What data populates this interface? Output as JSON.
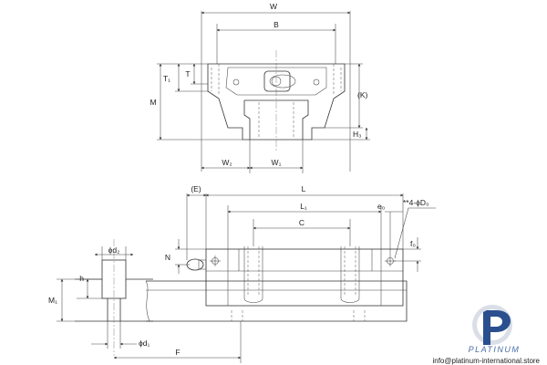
{
  "labels": {
    "W": "W",
    "B": "B",
    "T1": "T₁",
    "T": "T",
    "M": "M",
    "K": "(K)",
    "H3": "H₃",
    "W2": "W₂",
    "W1": "W₁",
    "E": "(E)",
    "L": "L",
    "L1": "L₁",
    "C": "C",
    "e0": "e₀",
    "D0": "**4-ϕD₀",
    "f0": "f₀",
    "N": "N",
    "d2": "ϕd₂",
    "h": "h",
    "M1": "M₁",
    "d1": "ϕd₁",
    "F": "F"
  },
  "footer": {
    "brand": "PLATINUM",
    "email": "info@platinum-international.store"
  },
  "colors": {
    "line": "#333333",
    "logo_blue": "#2a4f8f",
    "logo_grey": "#b9c3d3"
  }
}
